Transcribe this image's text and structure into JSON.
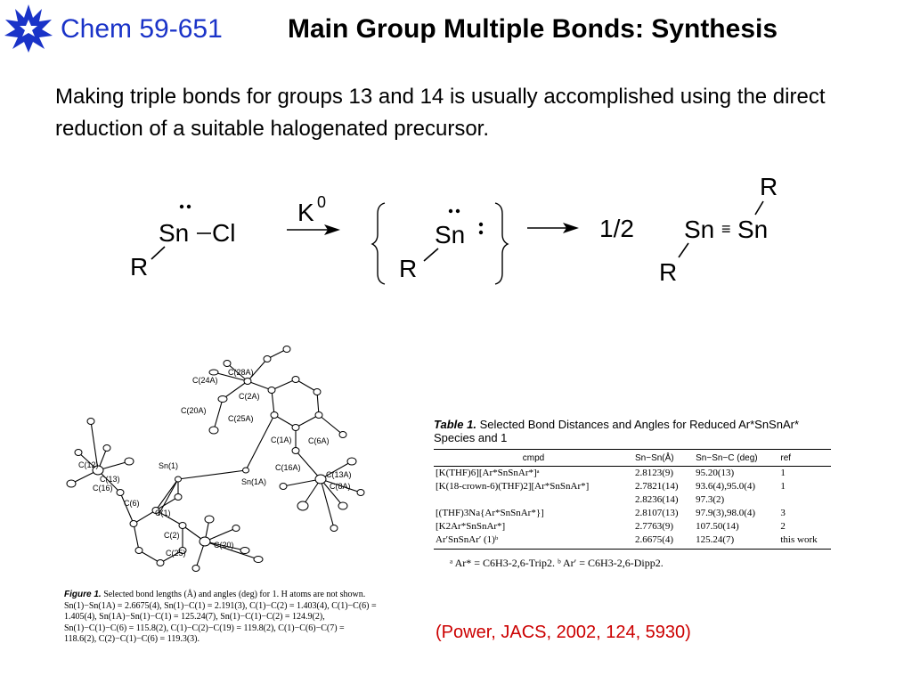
{
  "header": {
    "course": "Chem 59-651",
    "title": "Main Group Multiple Bonds: Synthesis",
    "logo_color": "#1a33c8"
  },
  "intro_text": "Making triple bonds for groups 13 and 14 is usually accomplished using the direct reduction of a suitable halogenated precursor.",
  "scheme": {
    "reactant": {
      "metal": "Sn",
      "halide": "Cl",
      "substituent": "R"
    },
    "reagent": "K",
    "reagent_superscript": "0",
    "intermediate": {
      "metal": "Sn",
      "substituent": "R"
    },
    "stoichiometry": "1/2",
    "product": {
      "left": "Sn",
      "right": "Sn",
      "bond_symbol": "≡",
      "substituent_top": "R",
      "substituent_bottom": "R"
    }
  },
  "figure": {
    "atom_labels": {
      "c28a": "C(28A)",
      "c24a": "C(24A)",
      "c2a": "C(2A)",
      "c20a": "C(20A)",
      "c25a": "C(25A)",
      "c1a": "C(1A)",
      "c6a": "C(6A)",
      "c16a": "C(16A)",
      "c13a": "C(13A)",
      "c8a": "C(8A)",
      "sn1": "Sn(1)",
      "sn1a": "Sn(1A)",
      "c12": "C(12)",
      "c13": "C(13)",
      "c16": "C(16)",
      "c6": "C(6)",
      "c1": "C(1)",
      "c2": "C(2)",
      "c20": "C(20)",
      "c25": "C(25)"
    },
    "caption_label": "Figure 1.",
    "caption_text": "Selected bond lengths (Å) and angles (deg) for 1. H atoms are not shown. Sn(1)−Sn(1A) = 2.6675(4), Sn(1)−C(1) = 2.191(3), C(1)−C(2) = 1.403(4), C(1)−C(6) = 1.405(4), Sn(1A)−Sn(1)−C(1) = 125.24(7), Sn(1)−C(1)−C(2) = 124.9(2), Sn(1)−C(1)−C(6) = 115.8(2), C(1)−C(2)−C(19) = 119.8(2), C(1)−C(6)−C(7) = 118.6(2), C(2)−C(1)−C(6) = 119.3(3)."
  },
  "table": {
    "label": "Table 1.",
    "title": "Selected Bond Distances and Angles for Reduced Ar*SnSnAr* Species and 1",
    "columns": [
      "cmpd",
      "Sn−Sn(Å)",
      "Sn−Sn−C (deg)",
      "ref"
    ],
    "rows": [
      [
        "[K(THF)6][Ar*SnSnAr*]ᵃ",
        "2.8123(9)",
        "95.20(13)",
        "1"
      ],
      [
        "[K(18-crown-6)(THF)2][Ar*SnSnAr*]",
        "2.7821(14)",
        "93.6(4),95.0(4)",
        "1"
      ],
      [
        "",
        "2.8236(14)",
        "97.3(2)",
        ""
      ],
      [
        "[(THF)3Na{Ar*SnSnAr*}]",
        "2.8107(13)",
        "97.9(3),98.0(4)",
        "3"
      ],
      [
        "[K2Ar*SnSnAr*]",
        "2.7763(9)",
        "107.50(14)",
        "2"
      ],
      [
        "Ar′SnSnAr′ (1)ᵇ",
        "2.6675(4)",
        "125.24(7)",
        "this work"
      ]
    ],
    "footnote": "ᵃ Ar* = C6H3-2,6-Trip2. ᵇ Ar′ = C6H3-2,6-Dipp2."
  },
  "citation": "(Power, JACS, 2002, 124, 5930)",
  "colors": {
    "accent": "#1a33c8",
    "citation": "#cc0000",
    "text": "#000000"
  }
}
